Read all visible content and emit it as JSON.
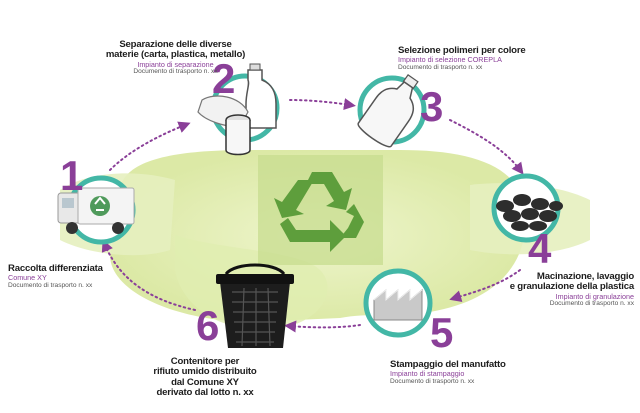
{
  "colors": {
    "purple": "#8a3f98",
    "teal": "#43b7a6",
    "green": "#6aa84f",
    "lightgreen": "#e3efb6",
    "recycle": "#5e9e3c"
  },
  "steps": [
    {
      "number": "1",
      "title": "Raccolta differenziata",
      "plant": "Comune XY",
      "doc": "Documento di trasporto n. xx",
      "icon": "recycling-truck-icon"
    },
    {
      "number": "2",
      "title_lines": [
        "Separazione delle diverse",
        "materie (carta, plastica, metallo)"
      ],
      "plant": "Impianto di separazione",
      "doc": "Documento di trasporto n. xx",
      "icon": "bottle-and-can-icon"
    },
    {
      "number": "3",
      "title": "Selezione polimeri per colore",
      "plant": "Impianto di selezione COREPLA",
      "doc": "Documento di trasporto n. xx",
      "icon": "plastic-bottle-icon"
    },
    {
      "number": "4",
      "title_lines": [
        "Macinazione, lavaggio",
        "e granulazione della plastica"
      ],
      "plant": "Impianto di granulazione",
      "doc": "Documento di trasporto n. xx",
      "icon": "plastic-granules-icon"
    },
    {
      "number": "5",
      "title": "Stampaggio del manufatto",
      "plant": "Impianto di stampaggio",
      "doc": "Documento di trasporto n. xx",
      "icon": "factory-icon"
    },
    {
      "number": "6",
      "title_lines": [
        "Contenitore per",
        "rifiuto umido distribuito",
        "dal Comune XY",
        "derivato dal lotto n. xx"
      ],
      "icon": "waste-bin-icon"
    }
  ]
}
